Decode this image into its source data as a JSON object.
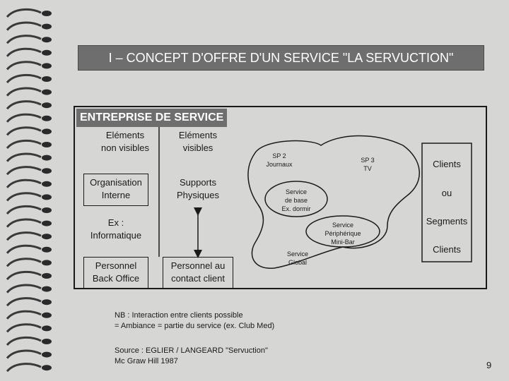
{
  "slide": {
    "title": "I – CONCEPT D'OFFRE D'UN SERVICE \"LA SERVUCTION\"",
    "page_number": "9"
  },
  "enterprise": {
    "label": "ENTREPRISE DE SERVICE",
    "non_visible_header": "Eléments\nnon visibles",
    "visible_header": "Eléments\nvisibles",
    "organisation": "Organisation\nInterne",
    "supports": "Supports\nPhysiques",
    "example": "Ex :\nInformatique",
    "back_office": "Personnel\nBack Office",
    "contact_staff": "Personnel  au\ncontact client"
  },
  "service_map": {
    "sp2": "SP 2\nJournaux",
    "sp3": "SP 3\nTV",
    "base": "Service\nde base\nEx. dormir",
    "peripheral": "Service\nPériphérique\nMini-Bar",
    "global": "Service\nGlobal"
  },
  "clients_box": {
    "clients": "Clients",
    "or": "ou",
    "segments": "Segments",
    "clients2": "Clients"
  },
  "notes": {
    "nb": "NB : Interaction entre clients possible\n       = Ambiance = partie du service (ex. Club Med)",
    "source": "Source : EGLIER / LANGEARD \"Servuction\"\n             Mc Graw Hill 1987"
  }
}
